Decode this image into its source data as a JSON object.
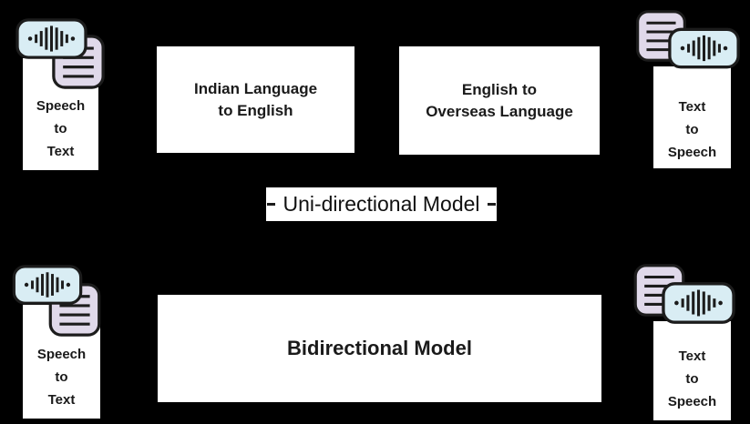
{
  "colors": {
    "background": "#000000",
    "box_bg": "#ffffff",
    "text_color": "#1a1a1a",
    "speech_icon_bg": "#d9edf4",
    "doc_icon_bg": "#e0d9ea",
    "icon_stroke": "#1c1c1c"
  },
  "icons": {
    "speech": "speech-waveform-icon",
    "document": "document-text-icon"
  },
  "uni": {
    "stt": {
      "lines": [
        "Speech",
        "to",
        "Text"
      ]
    },
    "box_indian": {
      "line1": "Indian Language",
      "line2": "to English"
    },
    "box_english": {
      "line1": "English to",
      "line2": "Overseas Language"
    },
    "tts": {
      "lines": [
        "Text",
        "to",
        "Speech"
      ]
    },
    "caption": "Uni-directional Model"
  },
  "bi": {
    "stt": {
      "lines": [
        "Speech",
        "to",
        "Text"
      ]
    },
    "box_label": "Bidirectional Model",
    "tts": {
      "lines": [
        "Text",
        "to",
        "Speech"
      ]
    }
  }
}
